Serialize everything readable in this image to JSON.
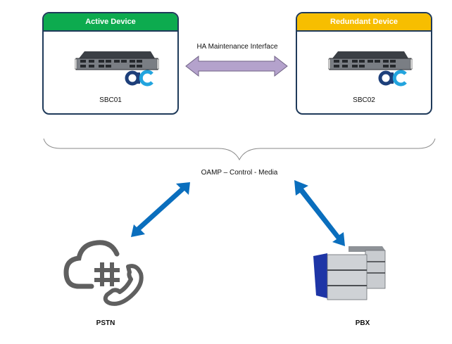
{
  "active_device": {
    "header": "Active Device",
    "header_color": "#0dab4f",
    "name": "SBC01",
    "icon": "sbc-rack-icon",
    "logo": "audiocodes-logo-icon"
  },
  "redundant_device": {
    "header": "Redundant Device",
    "header_color": "#f7be00",
    "name": "SBC02",
    "icon": "sbc-rack-icon",
    "logo": "audiocodes-logo-icon"
  },
  "ha_link": {
    "label": "HA Maintenance Interface",
    "arrow_color": "#b4a2cc",
    "arrow_stroke": "#6f6284"
  },
  "shared_network": {
    "label": "OAMP – Control - Media"
  },
  "links": {
    "arrow_color": "#0a6ebd"
  },
  "endpoints": [
    {
      "name": "PSTN",
      "icon": "cloud-phone-hash-icon"
    },
    {
      "name": "PBX",
      "icon": "pbx-server-icon"
    }
  ]
}
